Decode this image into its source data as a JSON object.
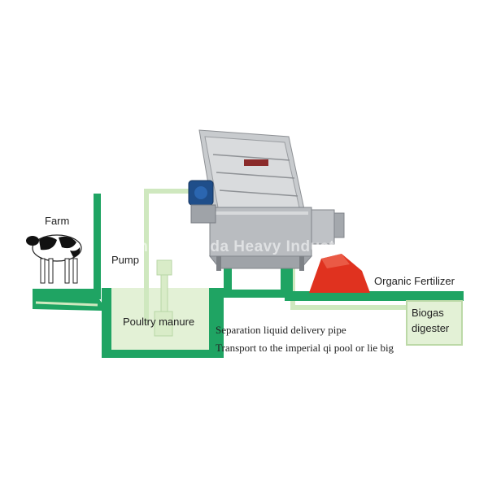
{
  "labels": {
    "farm": "Farm",
    "pump": "Pump",
    "poultry_manure": "Poultry manure",
    "organic_fertilizer": "Organic Fertilizer",
    "biogas_digester_line1": "Biogas",
    "biogas_digester_line2": "digester",
    "separation_pipe": "Separation liquid delivery pipe",
    "transport": "Transport to the imperial qi pool or lie big"
  },
  "watermark": "Henan Tongda Heavy Industry",
  "colors": {
    "channel_green": "#1fa463",
    "pipe_light_green": "#cfe8bf",
    "liquid_light": "#e3f1d6",
    "fertilizer_red": "#e0321f",
    "machine_steel": "#b9bcc0",
    "motor_blue": "#1f4e8a"
  },
  "icons": {
    "animal": "cow-icon",
    "machine": "screw-press-separator-icon",
    "motor": "electric-motor-icon",
    "pump": "pump-icon"
  }
}
